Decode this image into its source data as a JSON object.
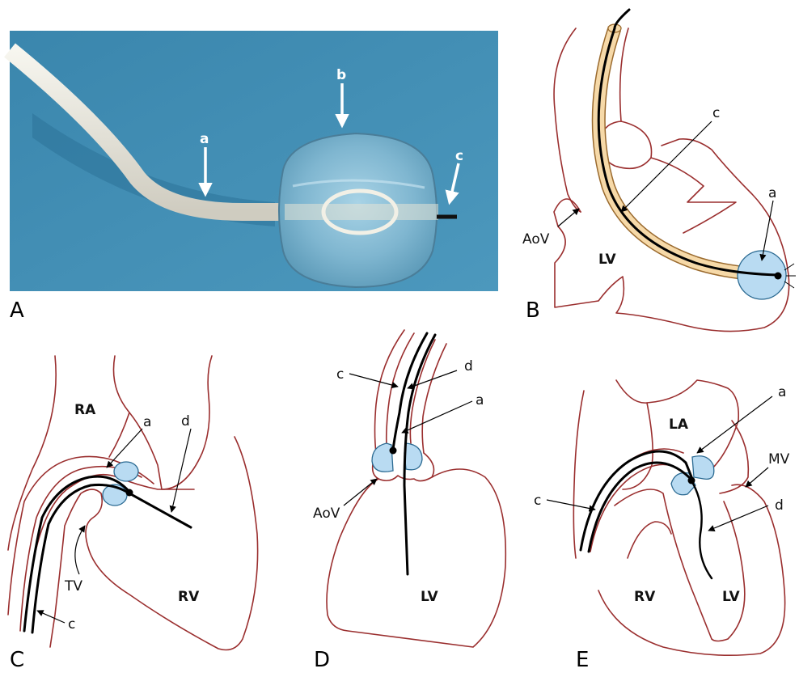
{
  "panels": {
    "A": {
      "letter": "A",
      "labels": {
        "a": "a",
        "b": "b",
        "c": "c"
      },
      "colors": {
        "background": "#3d8bb0",
        "catheter": "#ecebe2",
        "balloon": "#8fc1d8"
      }
    },
    "B": {
      "letter": "B",
      "labels": {
        "c": "c",
        "a": "a",
        "aov": "AoV",
        "lv": "LV"
      }
    },
    "C": {
      "letter": "C",
      "labels": {
        "ra": "RA",
        "a": "a",
        "d": "d",
        "tv": "TV",
        "rv": "RV",
        "c": "c"
      }
    },
    "D": {
      "letter": "D",
      "labels": {
        "c": "c",
        "d": "d",
        "a": "a",
        "aov": "AoV",
        "lv": "LV"
      }
    },
    "E": {
      "letter": "E",
      "labels": {
        "a": "a",
        "la": "LA",
        "mv": "MV",
        "c": "c",
        "d": "d",
        "rv": "RV",
        "lv": "LV"
      }
    }
  },
  "colors": {
    "heart_outline": "#9a2e2e",
    "balloon_fill": "#b9dbf2",
    "catheter_sheath": "#f6d9a8",
    "wire": "#000000"
  }
}
